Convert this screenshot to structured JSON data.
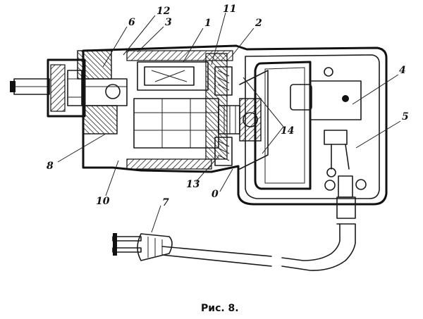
{
  "labels": {
    "l1": "1",
    "l2": "2",
    "l3": "3",
    "l4": "4",
    "l5": "5",
    "l6": "6",
    "l7": "7",
    "l8": "8",
    "l9": "0",
    "l10": "10",
    "l11": "11",
    "l12": "12",
    "l13": "13",
    "l14": "14"
  },
  "caption": "Рис. 8."
}
